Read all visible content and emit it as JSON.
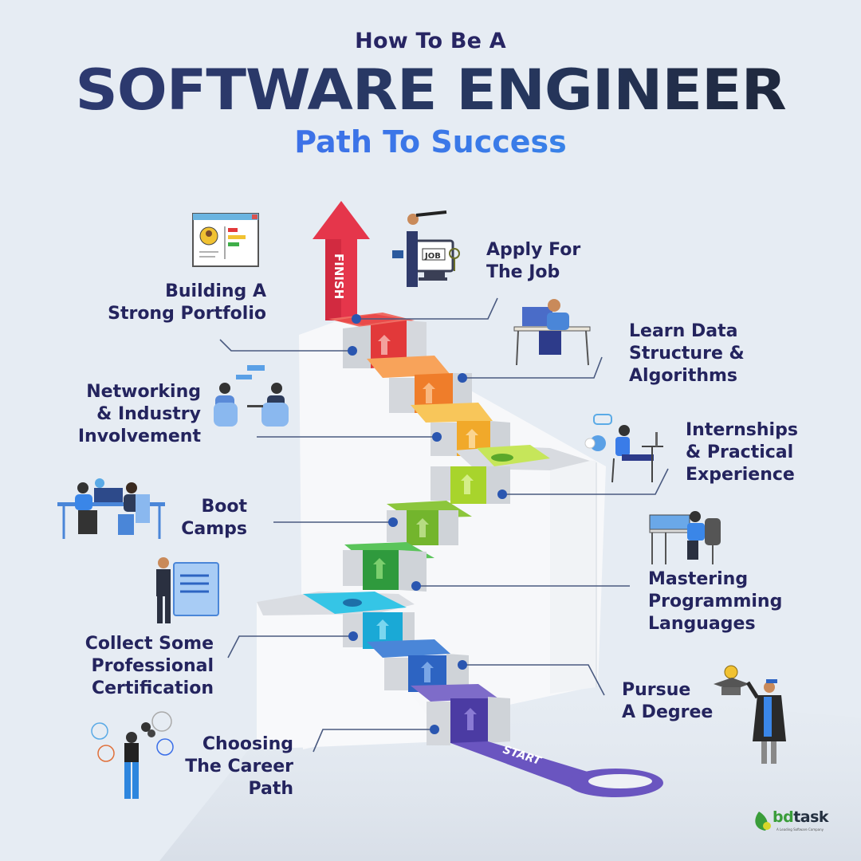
{
  "header": {
    "kicker": "How To Be A",
    "title": "SOFTWARE ENGINEER",
    "subtitle": "Path To Success"
  },
  "markers": {
    "finish": "FINISH",
    "start": "START"
  },
  "steps": [
    {
      "order": 1,
      "title_lines": [
        "Choosing",
        "The Career",
        "Path"
      ],
      "side": "left",
      "color": "#4b3ba3",
      "top_color": "#7e6cc9",
      "icon": "person-thinking-tech-icons"
    },
    {
      "order": 2,
      "title_lines": [
        "Pursue",
        "A Degree"
      ],
      "side": "right",
      "color": "#2d64c2",
      "top_color": "#4a86d8",
      "icon": "graduate-with-cap-icon"
    },
    {
      "order": 3,
      "title_lines": [
        "Collect Some",
        "Professional",
        "Certification"
      ],
      "side": "left",
      "color": "#1aa9d6",
      "top_color": "#35c5e6",
      "icon": "presenter-with-checklist-icon"
    },
    {
      "order": 4,
      "title_lines": [
        "Mastering",
        "Programming",
        "Languages"
      ],
      "side": "right",
      "color": "#2f9a3d",
      "top_color": "#5ac45a",
      "icon": "developer-at-desk-icon"
    },
    {
      "order": 5,
      "title_lines": [
        "Boot",
        "Camps"
      ],
      "side": "left",
      "color": "#73b52d",
      "top_color": "#9ad34a",
      "icon": "two-coders-at-desk-icon"
    },
    {
      "order": 6,
      "title_lines": [
        "Internships",
        "& Practical",
        "Experience"
      ],
      "side": "right",
      "color": "#a8d42c",
      "top_color": "#c6e65a",
      "icon": "intern-with-laptop-icon"
    },
    {
      "order": 7,
      "title_lines": [
        "Networking",
        "& Industry",
        "Involvement"
      ],
      "side": "left",
      "color": "#f1a92a",
      "top_color": "#f8c65a",
      "icon": "people-in-conversation-icon"
    },
    {
      "order": 8,
      "title_lines": [
        "Learn Data",
        "Structure &",
        "Algorithms"
      ],
      "side": "right",
      "color": "#ef7d2a",
      "top_color": "#f7a35a",
      "icon": "person-studying-at-computer-icon"
    },
    {
      "order": 9,
      "title_lines": [
        "Building A",
        "Strong Portfolio"
      ],
      "side": "left",
      "color": "#e2393a",
      "top_color": "#ee6a60",
      "icon": "portfolio-profile-window-icon"
    },
    {
      "order": 10,
      "title_lines": [
        "Apply For",
        "The Job"
      ],
      "side": "right",
      "color": "#e2393a",
      "top_color": "#ee6a60",
      "icon": "job-search-businessman-icon"
    }
  ],
  "illustrations": {
    "job_screen_text": "JOB"
  },
  "brand": {
    "logo_prefix": "bd",
    "logo_suffix": "task",
    "tagline": "A Leading Software Company"
  },
  "colors": {
    "background": "#e6ecf3",
    "text_dark": "#24245e",
    "title_dark": "#2a3563",
    "subtitle_blue": "#3a6ee8",
    "connector": "#4a5a80",
    "dot": "#2a56b0",
    "finish_red": "#e5364b",
    "start_purple": "#6a55c0"
  }
}
